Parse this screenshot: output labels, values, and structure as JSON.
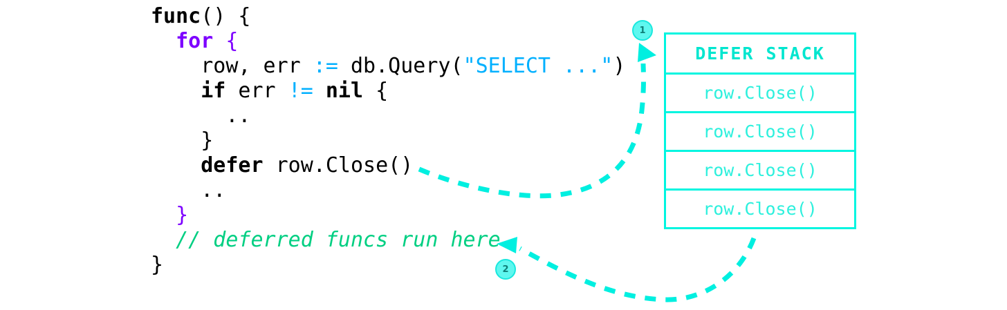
{
  "diagram": {
    "title": "go-defer-in-loop-leak",
    "colors": {
      "background": "#ffffff",
      "code_text": "#000000",
      "keyword_loop": "#7d00ff",
      "operator": "#00b0ff",
      "string": "#00b0ff",
      "comment": "#00cf82",
      "accent_cyan": "#00f5e0",
      "stack_header_text": "#00e6cf",
      "stack_row_text": "#2ef0dd",
      "badge_fill": "#5ff7ef",
      "badge_text": "#0f7f78"
    }
  },
  "code": {
    "lines": [
      {
        "id": "line-func-open",
        "indent": 0,
        "tokens": [
          {
            "text": "func",
            "style": "kw"
          },
          {
            "text": "() {",
            "style": "plain"
          }
        ]
      },
      {
        "id": "line-for-open",
        "indent": 1,
        "tokens": [
          {
            "text": "for",
            "style": "kw-loop"
          },
          {
            "text": " ",
            "style": "plain"
          },
          {
            "text": "{",
            "style": "brace-loop"
          }
        ]
      },
      {
        "id": "line-query",
        "indent": 2,
        "tokens": [
          {
            "text": "row, err ",
            "style": "plain"
          },
          {
            "text": ":=",
            "style": "op"
          },
          {
            "text": " db.Query(",
            "style": "plain"
          },
          {
            "text": "\"SELECT ...\"",
            "style": "str"
          },
          {
            "text": ")",
            "style": "plain"
          }
        ]
      },
      {
        "id": "line-if-err",
        "indent": 2,
        "tokens": [
          {
            "text": "if",
            "style": "kw"
          },
          {
            "text": " err ",
            "style": "plain"
          },
          {
            "text": "!=",
            "style": "op"
          },
          {
            "text": " ",
            "style": "plain"
          },
          {
            "text": "nil",
            "style": "kw"
          },
          {
            "text": " {",
            "style": "plain"
          }
        ]
      },
      {
        "id": "line-ellipsis-1",
        "indent": 3,
        "tokens": [
          {
            "text": "..",
            "style": "plain"
          }
        ]
      },
      {
        "id": "line-if-close",
        "indent": 2,
        "tokens": [
          {
            "text": "}",
            "style": "plain"
          }
        ]
      },
      {
        "id": "line-defer",
        "indent": 2,
        "tokens": [
          {
            "text": "defer",
            "style": "kw"
          },
          {
            "text": " row.Close()",
            "style": "plain"
          }
        ]
      },
      {
        "id": "line-ellipsis-2",
        "indent": 2,
        "tokens": [
          {
            "text": "..",
            "style": "plain"
          }
        ]
      },
      {
        "id": "line-for-close",
        "indent": 1,
        "tokens": [
          {
            "text": "}",
            "style": "brace-loop"
          }
        ]
      },
      {
        "id": "line-comment",
        "indent": 1,
        "tokens": [
          {
            "text": "// deferred funcs run here",
            "style": "cmt"
          }
        ]
      },
      {
        "id": "line-func-close",
        "indent": 0,
        "tokens": [
          {
            "text": "}",
            "style": "plain"
          }
        ]
      }
    ]
  },
  "stack": {
    "header": "DEFER STACK",
    "rows": [
      "row.Close()",
      "row.Close()",
      "row.Close()",
      "row.Close()"
    ]
  },
  "badges": [
    {
      "id": "badge-1",
      "label": "1"
    },
    {
      "id": "badge-2",
      "label": "2"
    }
  ],
  "arrows": [
    {
      "id": "arrow-defer-to-stack",
      "from": "defer row.Close()",
      "to": "DEFER STACK",
      "step": "1"
    },
    {
      "id": "arrow-stack-to-comment",
      "from": "DEFER STACK",
      "to": "// deferred funcs run here",
      "step": "2"
    }
  ]
}
